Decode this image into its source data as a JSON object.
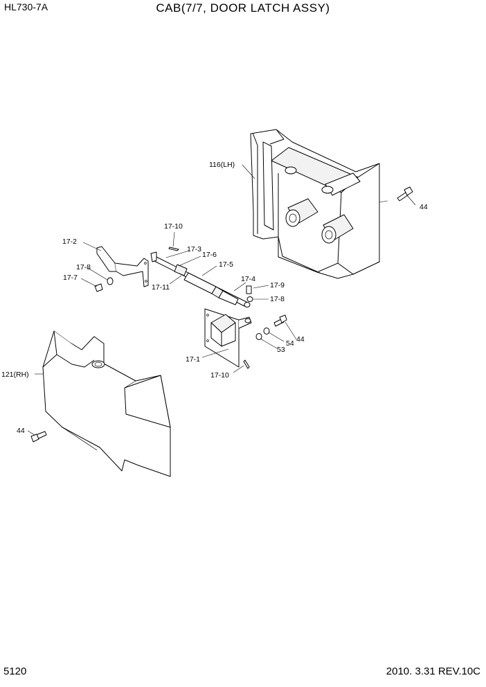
{
  "header": {
    "model": "HL730-7A",
    "title": "CAB(7/7, DOOR LATCH ASSY)"
  },
  "footer": {
    "page_number": "5120",
    "revision": "2010. 3.31  REV.10C"
  },
  "labels": {
    "p116": "116(LH)",
    "p44a": "44",
    "p17_10a": "17-10",
    "p17_2": "17-2",
    "p17_3": "17-3",
    "p17_6": "17-6",
    "p17_5": "17-5",
    "p17_8a": "17-8",
    "p17_7": "17-7",
    "p17_11": "17-11",
    "p17_4": "17-4",
    "p17_9": "17-9",
    "p17_8b": "17-8",
    "p44b": "44",
    "p54": "54",
    "p53": "53",
    "p17_1": "17-1",
    "p17_10b": "17-10",
    "p121": "121(RH)",
    "p44c": "44"
  }
}
